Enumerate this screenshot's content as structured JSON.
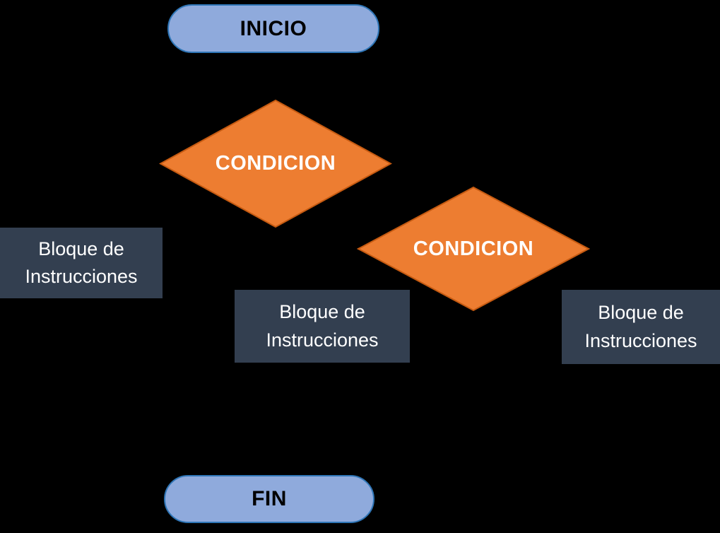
{
  "flowchart": {
    "start": {
      "label": "INICIO"
    },
    "end": {
      "label": "FIN"
    },
    "decisions": [
      {
        "label": "CONDICION"
      },
      {
        "label": "CONDICION"
      }
    ],
    "blocks": [
      {
        "label": "Bloque de Instrucciones"
      },
      {
        "label": "Bloque de Instrucciones"
      },
      {
        "label": "Bloque de Instrucciones"
      }
    ],
    "colors": {
      "background": "#000000",
      "terminator_fill": "#8FAADC",
      "terminator_border": "#2E75B6",
      "terminator_text": "#000000",
      "decision_fill": "#ED7D31",
      "decision_border": "#C55A11",
      "decision_text": "#FFFFFF",
      "block_fill": "#333F50",
      "block_text": "#FFFFFF"
    }
  }
}
